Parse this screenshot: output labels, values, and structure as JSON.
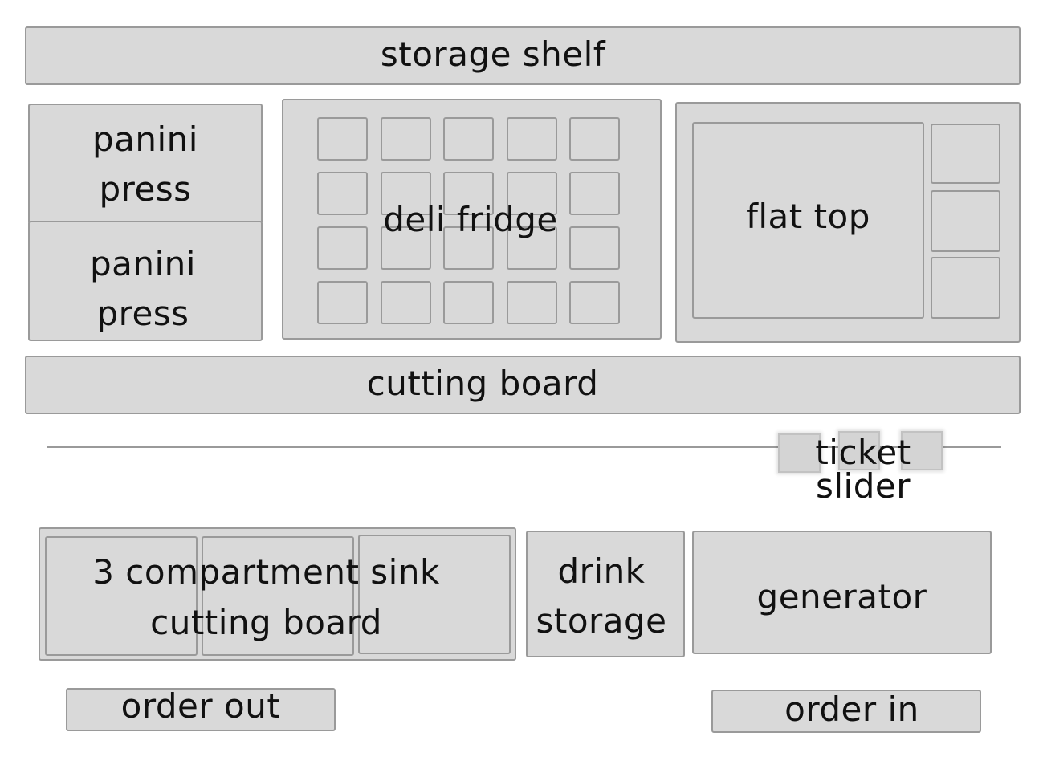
{
  "stations": {
    "storage_shelf": "storage shelf",
    "panini_press_top": "panini\npress",
    "panini_press_bottom": "panini\npress",
    "deli_fridge": "deli fridge",
    "flat_top": "flat top",
    "cutting_board_main": "cutting board",
    "ticket_slider": "ticket slider",
    "sink_line1": "3 compartment sink",
    "sink_line2": "cutting board",
    "drink_storage": "drink\nstorage",
    "generator": "generator",
    "order_out": "order out",
    "order_in": "order in"
  },
  "colors": {
    "fill": "#d9d9d9",
    "stroke": "#9a9a9a",
    "text": "#111111"
  }
}
